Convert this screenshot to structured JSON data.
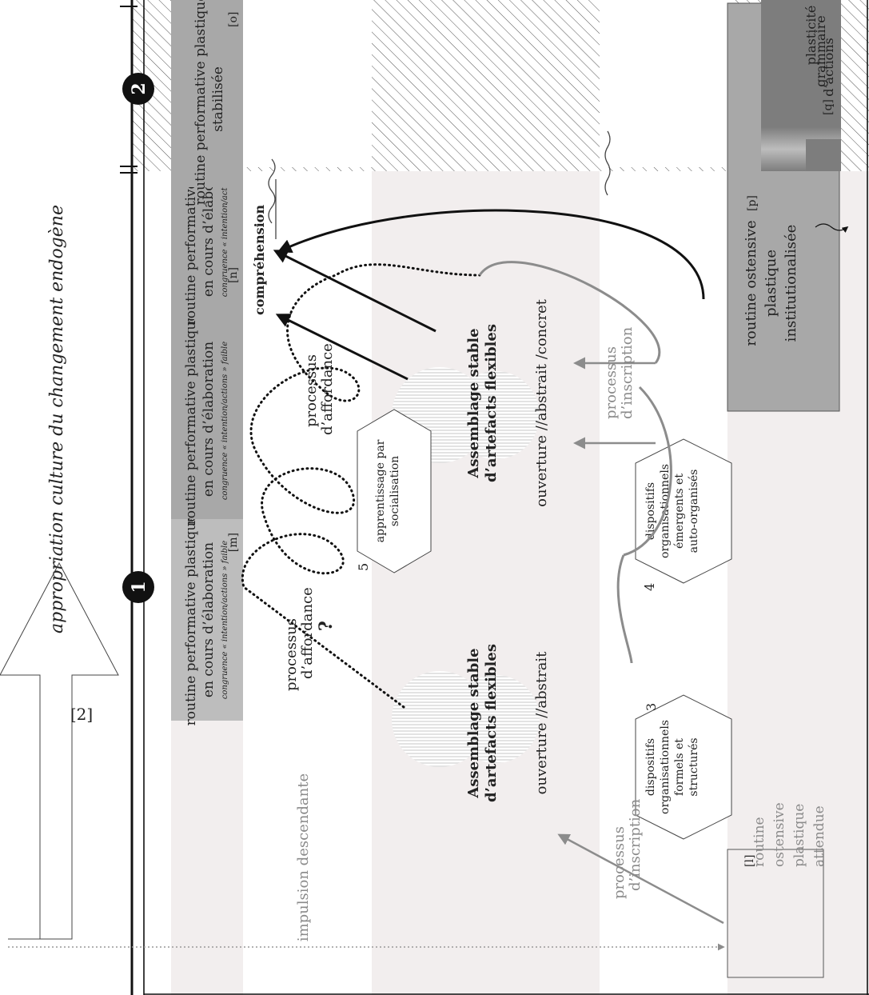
{
  "header": {
    "title": "appropriation culture du changement endogène"
  },
  "markers": {
    "m1": "1",
    "m2": "2"
  },
  "arrow_ref": "[2]",
  "routines": {
    "m": {
      "line1": "routine performative plastique",
      "line2": "en cours d’élaboration",
      "sub": "congruence « intention/actions » faible",
      "ref": "[m]"
    },
    "n": {
      "line1": "routine performative plastique",
      "line2": "en cours d’élaboration",
      "sub": "congruence « intention/actions » forte",
      "ref": "[n]"
    },
    "o": {
      "line1": "routine performative plastique",
      "line2": "stabilisée",
      "ref": "[o]"
    },
    "l": {
      "lines": [
        "routine",
        "ostensive",
        "plastique",
        "attendue"
      ],
      "ref": "[l]"
    },
    "p": {
      "lines": [
        "routine ostensive",
        "plastique",
        "institutionalisée"
      ],
      "ref": "[p]"
    },
    "q": {
      "lines": [
        "plasticité",
        "grammaire",
        "d’actions"
      ],
      "ref": "[q]"
    }
  },
  "labels": {
    "impulsion": "impulsion descendante",
    "comprehension": "compréhension",
    "question": "?",
    "affordance_a": [
      "processus",
      "d’affordance"
    ],
    "affordance_b": [
      "processus",
      "d’affordance"
    ],
    "inscription_a": [
      "processus",
      "d’inscription"
    ],
    "inscription_b": [
      "processus",
      "d’inscription"
    ]
  },
  "assemblages": {
    "a": {
      "line1": "Assemblage stable",
      "line2": "d’artefacts flexibles",
      "sub": "ouverture //abstrait"
    },
    "b": {
      "line1": "Assemblage stable",
      "line2": "d’artefacts flexibles",
      "sub": "ouverture //abstrait /concret"
    }
  },
  "dispositifs": {
    "d3": {
      "num": "3",
      "lines": [
        "dispositifs",
        "organisationnels",
        "formels et",
        "structurés"
      ]
    },
    "d4": {
      "num": "4",
      "lines": [
        "dispositifs",
        "organisationnels",
        "émergents et",
        "auto-organisés"
      ]
    },
    "d5": {
      "num": "5",
      "lines": [
        "apprentissage par",
        "socialisation"
      ]
    }
  },
  "colors": {
    "band": "#f2eeee",
    "routine_grey": "#a8a8a8",
    "routine_light": "#bdbdbd",
    "dark_grey": "#7d7d7d",
    "black": "#111111",
    "arrow_grey": "#8c8c8c"
  }
}
